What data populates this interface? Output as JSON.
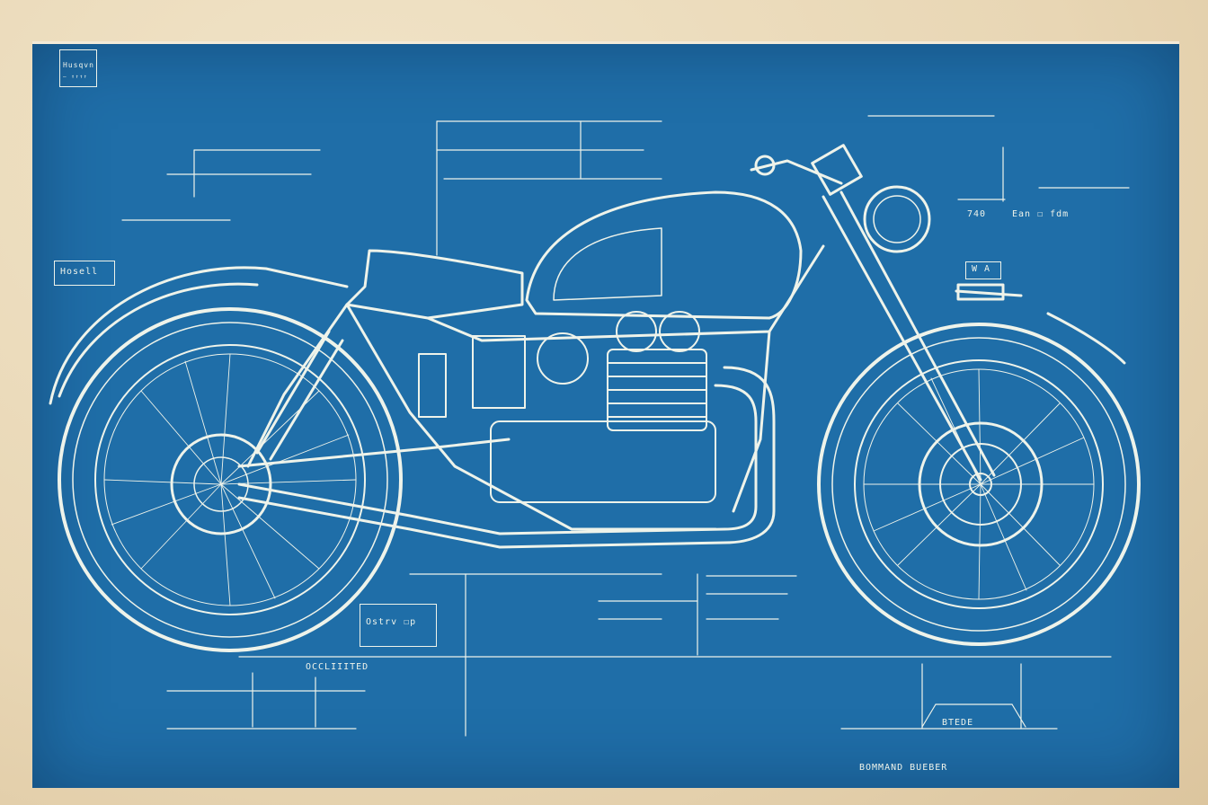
{
  "sheet": {
    "background": "#1f6ea8",
    "paper": "#ecdcbf",
    "ink": "#eef3ea"
  },
  "subject": "motorcycle blueprint illustration",
  "labels": {
    "title_block": "Husqvn",
    "title_sub": "— ↑↑↑↑",
    "left_box": "Hosell",
    "right_box": "W A",
    "top_right_note": "Ean ☐ fdm",
    "top_right_dim": "740",
    "bottom_left_box": "Ostrv ☐p",
    "bottom_dim": "OCCLIIITED",
    "bottom_right_title": "BOMMAND BUEBER",
    "bottom_right_box": "BTEDE"
  }
}
